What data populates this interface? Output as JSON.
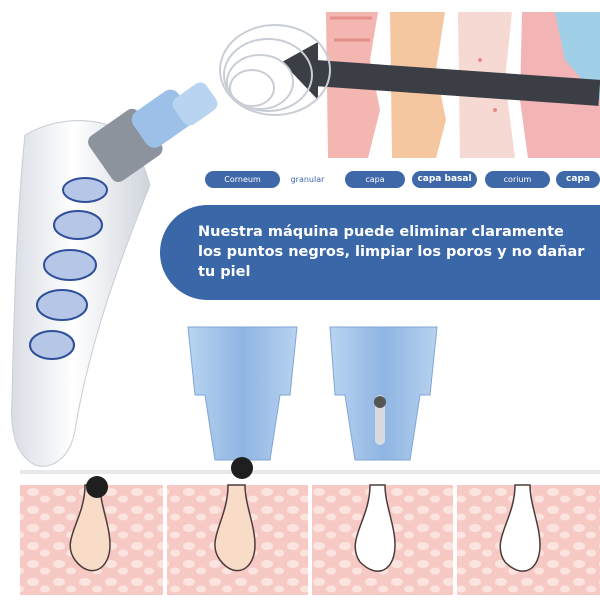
{
  "layer_labels": [
    "Corneum",
    "granular",
    "capa",
    "capa basal",
    "corium",
    "capa"
  ],
  "banner": {
    "text": "Nuestra máquina puede eliminar claramente los puntos negros, limpiar los poros y no dañar tu piel"
  },
  "colors": {
    "banner": "#3a67a8",
    "label": "#3e68a8",
    "skin": "#f7c9c4",
    "cup": "#8fb9e6",
    "device": "#eef1f5",
    "arrow": "#3b3e44"
  }
}
